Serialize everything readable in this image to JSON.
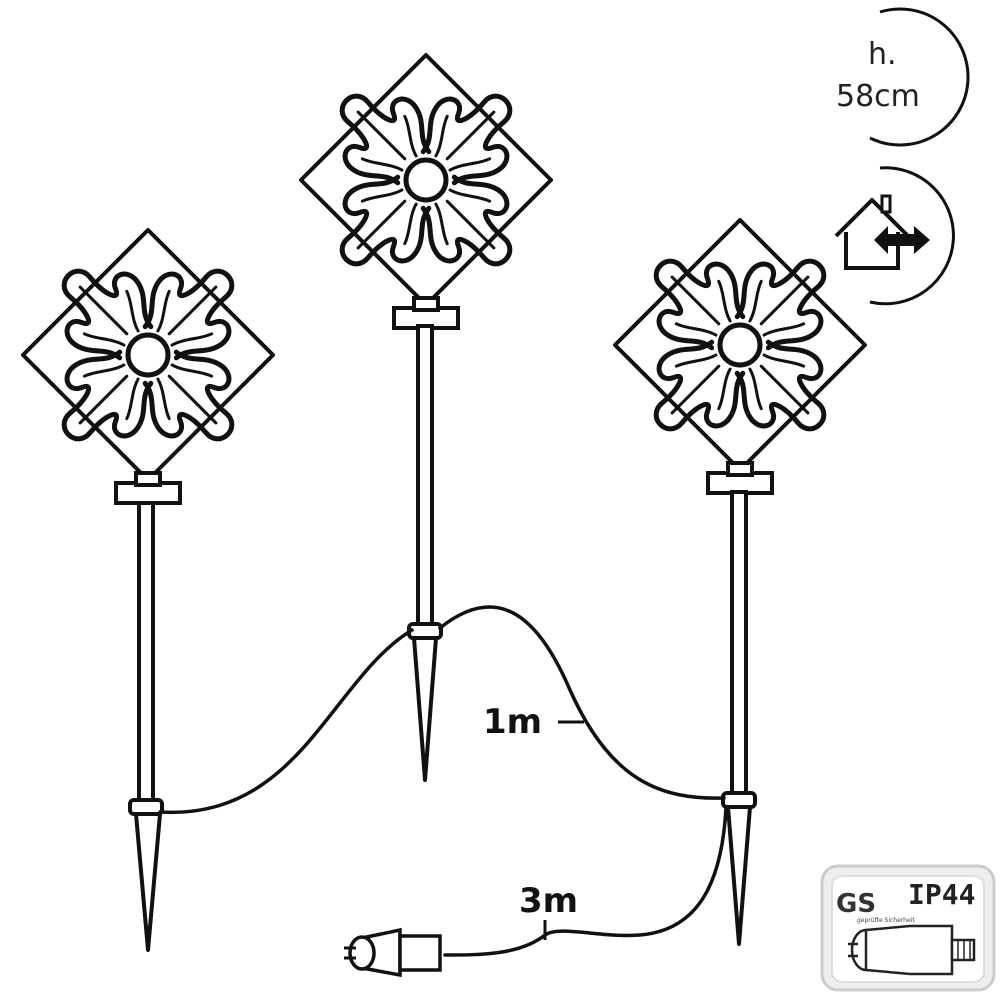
{
  "labels": {
    "height_prefix": "h.",
    "height_value": "58cm",
    "cable_between": "1m",
    "cable_supply": "3m",
    "ip_rating": "IP44",
    "gs_mark": "GS",
    "gs_small": "geprüfte Sicherheit"
  },
  "icons": {
    "height": "height-dimension-icon",
    "indoor_outdoor": "house-with-double-arrow-icon",
    "plug": "euro-plug-icon",
    "transformer": "transformer-adapter-icon"
  },
  "colors": {
    "line": "#111111",
    "background": "#ffffff",
    "badge_bg": "#eeeeee",
    "badge_border": "#cccccc"
  }
}
